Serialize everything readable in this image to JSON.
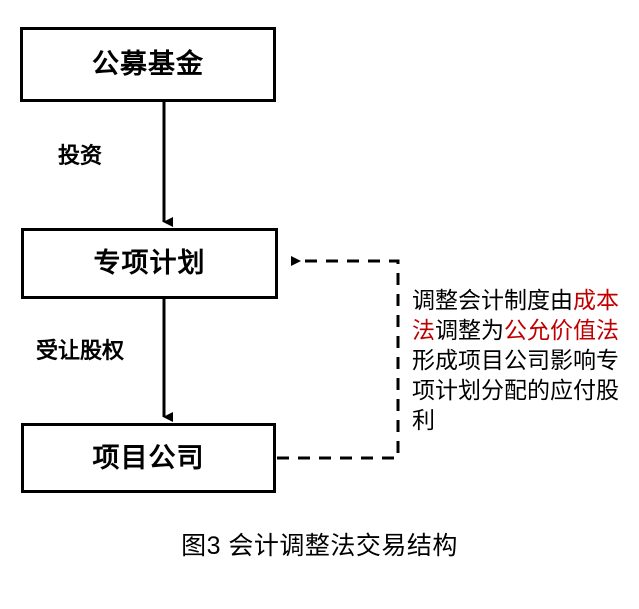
{
  "figure": {
    "caption": "图3 会计调整法交易结构",
    "background_color": "#FFFFFF",
    "line_color": "#000000",
    "highlight_color": "#C00000"
  },
  "nodes": [
    {
      "id": "public-fund",
      "label": "公募基金"
    },
    {
      "id": "special-plan",
      "label": "专项计划"
    },
    {
      "id": "project-company",
      "label": "项目公司"
    }
  ],
  "edges": [
    {
      "id": "fund-to-plan",
      "label": "投资",
      "style": "solid",
      "direction": "down"
    },
    {
      "id": "plan-to-company",
      "label": "受让股权",
      "style": "solid",
      "direction": "down"
    },
    {
      "id": "company-to-plan",
      "label": "",
      "style": "dashed",
      "direction": "feedback-up-left"
    }
  ],
  "annotation": {
    "segments": [
      {
        "text": "调整会计制度由",
        "highlight": false
      },
      {
        "text": "成本法",
        "highlight": true
      },
      {
        "text": "调整为",
        "highlight": false
      },
      {
        "text": "公允价值法",
        "highlight": true
      },
      {
        "text": "形成项目公司影响专项计划分配的应付股利",
        "highlight": false
      }
    ],
    "full_text": "调整会计制度由成本法调整为公允价值法形成项目公司影响专项计划分配的应付股利"
  }
}
